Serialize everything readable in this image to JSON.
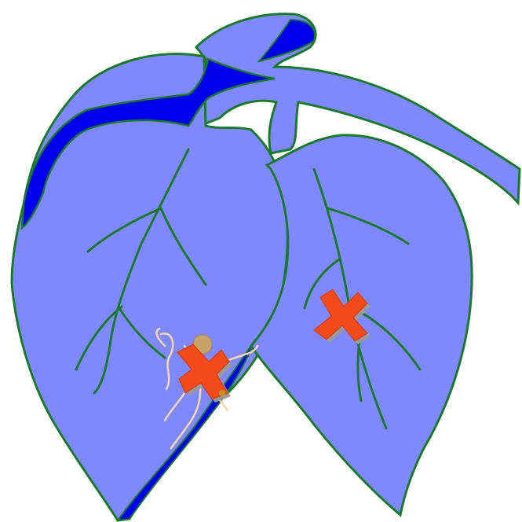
{
  "illustration": {
    "subject": "leaves",
    "colors": {
      "leaf_fill": "#8088ff",
      "shadow_fill": "#0000ee",
      "vein_stroke": "#1a7a2a",
      "background": "#ffffff",
      "mark_red": "#f24a1a",
      "mark_shadow": "#9a9a9a",
      "fiber": "#f2d8a8",
      "fiber_dot": "#c8902a"
    },
    "marks": [
      {
        "name": "x-mark-left-leaf",
        "icon": "red-x-icon"
      },
      {
        "name": "x-mark-right-leaf",
        "icon": "red-x-icon"
      }
    ]
  }
}
